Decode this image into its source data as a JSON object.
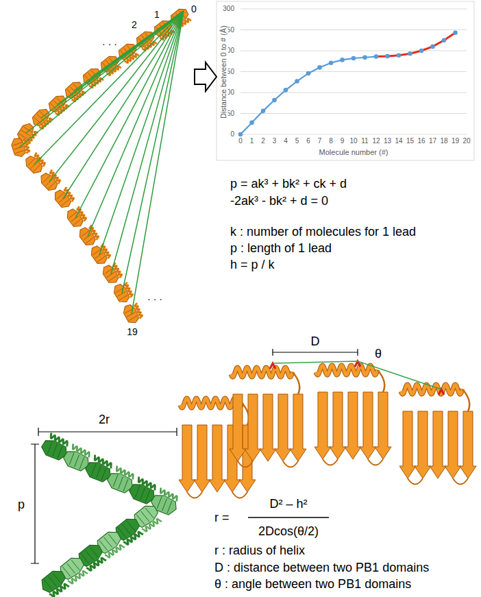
{
  "diagram": {
    "labels": [
      "0",
      "1",
      "2",
      "· · ·",
      "· · ·",
      "19",
      "0",
      "50",
      "100",
      "150",
      "200",
      "250",
      "300",
      "0",
      "1",
      "2",
      "3",
      "4",
      "5",
      "6",
      "7",
      "8",
      "9",
      "10",
      "11",
      "12",
      "13",
      "14",
      "15",
      "16",
      "17",
      "18",
      "19",
      "20",
      "Distance between 0 to # (Å)",
      "Molecule number (#)",
      "p = ak³ + bk² + ck + d",
      "-2ak³ - bk² + d = 0",
      "k : number of molecules for 1 lead",
      "p : length of 1 lead",
      "h = p / k",
      "D",
      "θ",
      "2r",
      "p",
      "r =",
      "D² – h²",
      "2Dcos(θ/2)",
      "r : radius of helix",
      "D : distance between two PB1 domains",
      "θ : angle between two PB1 domains"
    ]
  }
}
